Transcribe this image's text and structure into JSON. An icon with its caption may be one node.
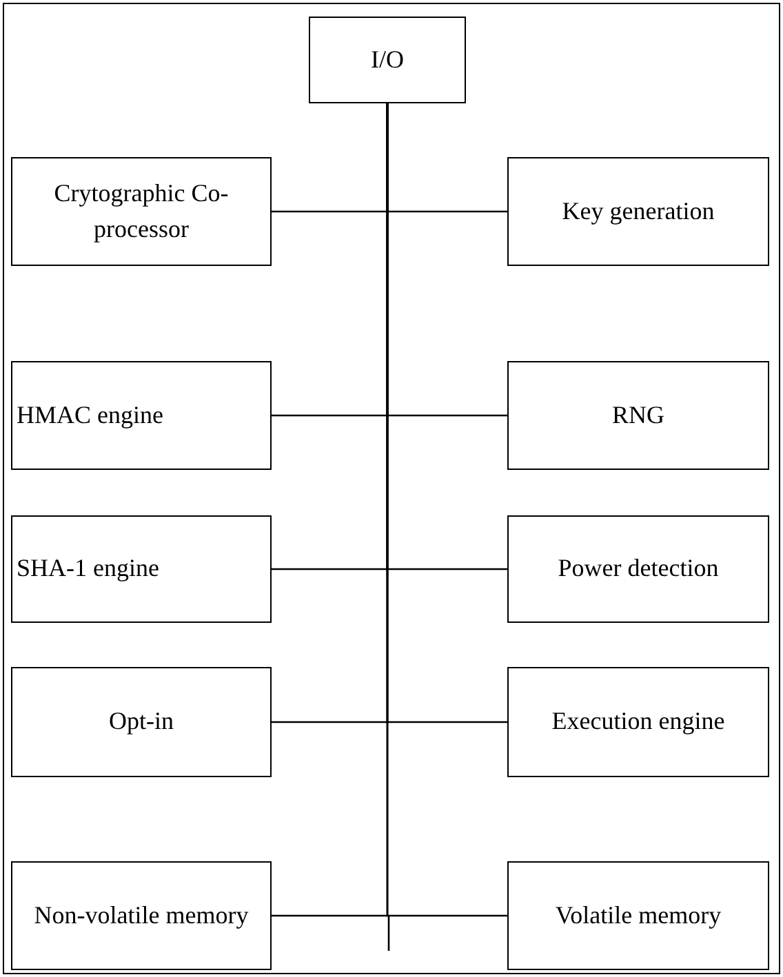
{
  "diagram": {
    "nodes": [
      {
        "text": [
          "I/O"
        ]
      },
      {
        "text": [
          "Crytographic Co-processor"
        ]
      },
      {
        "text": [
          "Key generation"
        ]
      },
      {
        "text": [
          "HMAC engine"
        ]
      },
      {
        "text": [
          "RNG"
        ]
      },
      {
        "text": [
          "SHA-1 engine"
        ]
      },
      {
        "text": [
          "Power detection"
        ]
      },
      {
        "text": [
          "Opt-in"
        ]
      },
      {
        "text": [
          "Execution engine"
        ]
      },
      {
        "text": [
          "Non-volatile memory"
        ]
      },
      {
        "text": [
          "Volatile memory"
        ]
      }
    ],
    "edges": [
      {
        "from": 0,
        "to": 1,
        "arrow": "none"
      },
      {
        "from": 0,
        "to": 2,
        "arrow": "none"
      },
      {
        "from": 0,
        "to": 3,
        "arrow": "none"
      },
      {
        "from": 0,
        "to": 4,
        "arrow": "none"
      },
      {
        "from": 0,
        "to": 5,
        "arrow": "none"
      },
      {
        "from": 0,
        "to": 6,
        "arrow": "none"
      },
      {
        "from": 0,
        "to": 7,
        "arrow": "none"
      },
      {
        "from": 0,
        "to": 8,
        "arrow": "none"
      },
      {
        "from": 0,
        "to": 9,
        "arrow": "none"
      },
      {
        "from": 0,
        "to": 10,
        "arrow": "none"
      }
    ]
  }
}
